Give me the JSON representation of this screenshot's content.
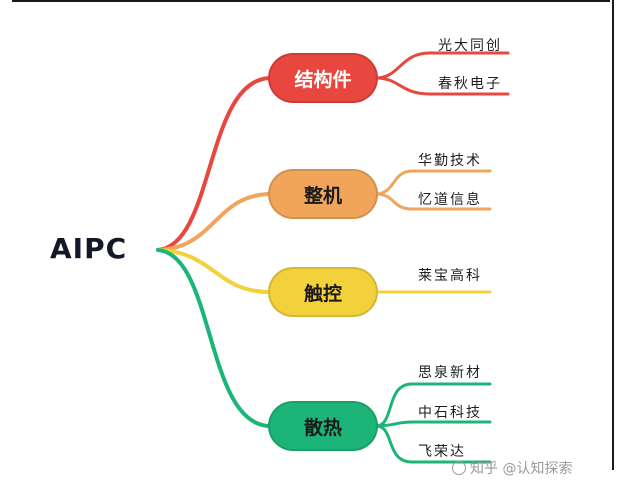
{
  "root": {
    "label": "AIPC"
  },
  "branches": [
    {
      "label": "结构件",
      "color": "#e8473f",
      "text_color": "#ffffff",
      "leaves": [
        "光大同创",
        "春秋电子"
      ]
    },
    {
      "label": "整机",
      "color": "#f0a55a",
      "text_color": "#1a1a1a",
      "leaves": [
        "华勤技术",
        "忆道信息"
      ]
    },
    {
      "label": "触控",
      "color": "#f2d13a",
      "text_color": "#1a1a1a",
      "leaves": [
        "莱宝高科"
      ]
    },
    {
      "label": "散热",
      "color": "#1db577",
      "text_color": "#1a1a1a",
      "leaves": [
        "思泉新材",
        "中石科技",
        "飞荣达"
      ]
    }
  ],
  "watermark": {
    "text": "知乎 @认知探索"
  }
}
